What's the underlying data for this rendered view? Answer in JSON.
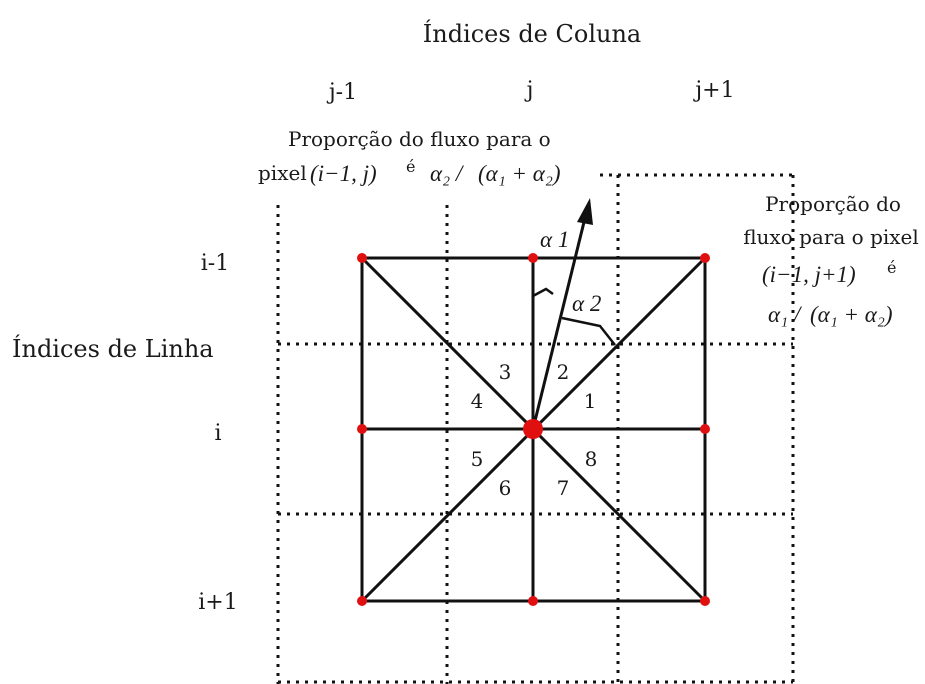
{
  "column_title": "Índices de Coluna",
  "row_title": "Índices de Linha",
  "col_labels": {
    "left": "j-1",
    "center": "j",
    "right": "j+1"
  },
  "row_labels": {
    "top": "i-1",
    "middle": "i",
    "bottom": "i+1"
  },
  "angles": {
    "a1": "α 1",
    "a2": "α 2"
  },
  "sectors": {
    "s1": "1",
    "s2": "2",
    "s3": "3",
    "s4": "4",
    "s5": "5",
    "s6": "6",
    "s7": "7",
    "s8": "8"
  },
  "left_note": {
    "line1": "Proporção do fluxo para o",
    "line2_word": "pixel",
    "pixel_expr": "(i−1, j)",
    "is_word": "é",
    "formula_num": "α₂ /",
    "formula_den": "(α₁ + α₂)"
  },
  "right_note": {
    "line1": "Proporção do",
    "line2": "fluxo para o pixel",
    "pixel_expr": "(i−1, j+1)",
    "is_word": "é",
    "formula_num": "α₁ /",
    "formula_den": "(α₁ + α₂)"
  },
  "colors": {
    "nodes": "#e01010",
    "lines": "#111111",
    "grid": "#111111"
  }
}
